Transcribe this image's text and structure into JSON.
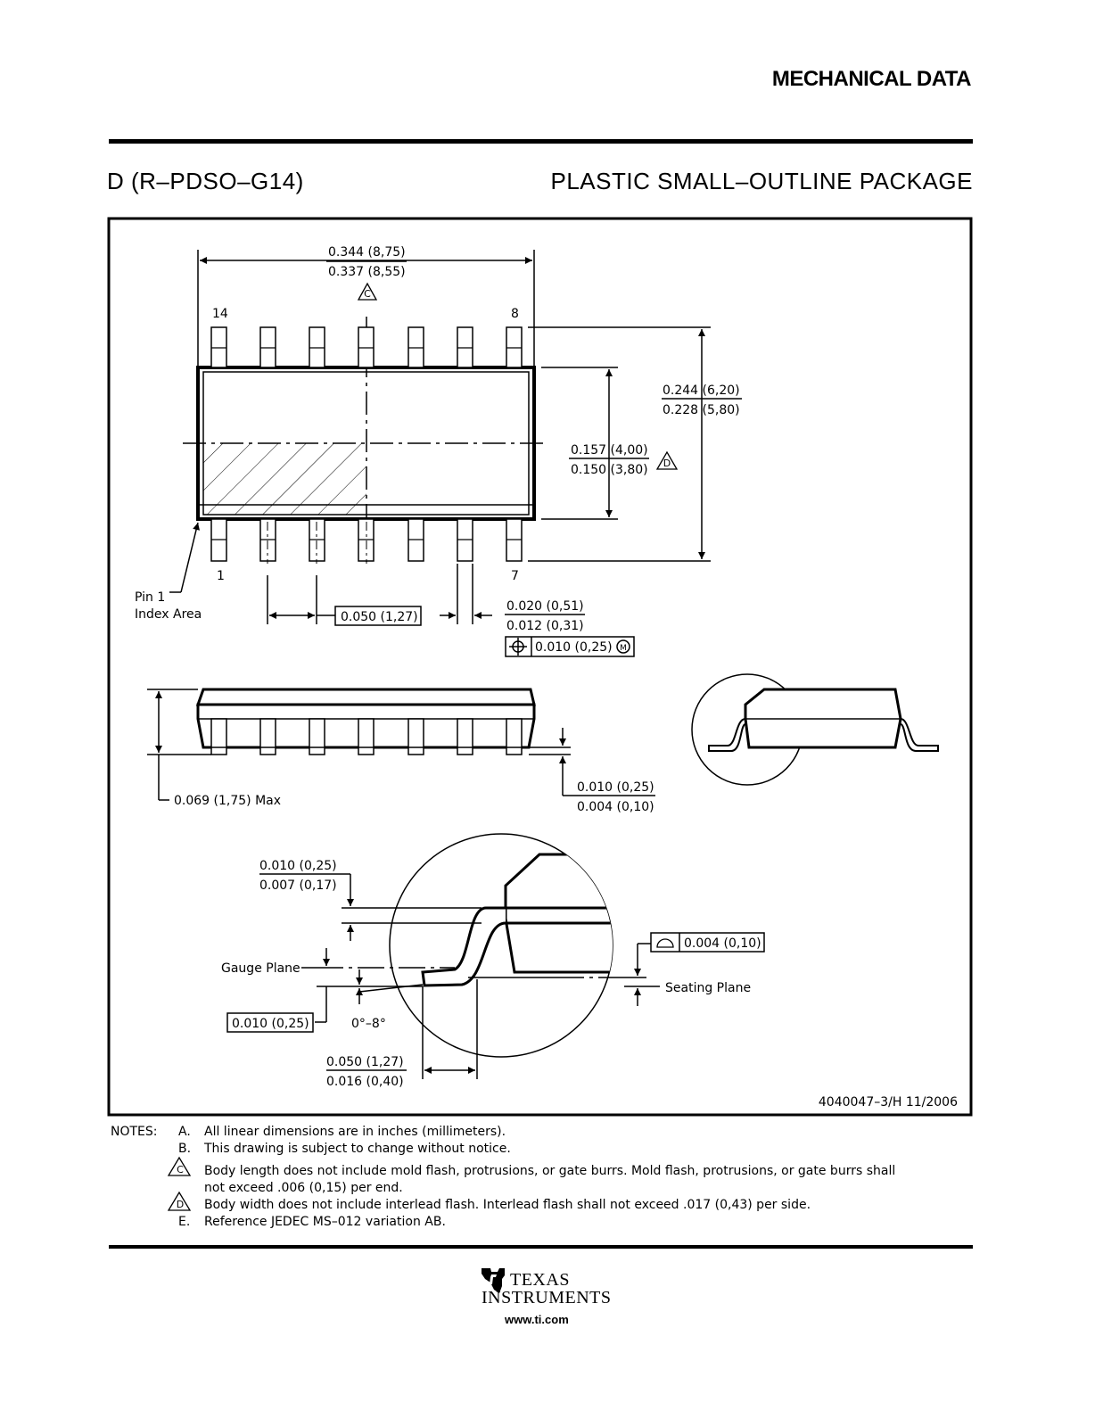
{
  "header": {
    "section": "MECHANICAL DATA",
    "package_code": "D (R–PDSO–G14)",
    "package_name": "PLASTIC SMALL–OUTLINE PACKAGE"
  },
  "top_view": {
    "length_max": "0.344 (8,75)",
    "length_min": "0.337 (8,55)",
    "note_c": "C",
    "pin_14": "14",
    "pin_8": "8",
    "pin_1": "1",
    "pin_7": "7",
    "width_total_max": "0.244 (6,20)",
    "width_total_min": "0.228 (5,80)",
    "width_body_max": "0.157 (4,00)",
    "width_body_min": "0.150 (3,80)",
    "note_d": "D",
    "pin1_label_line1": "Pin 1",
    "pin1_label_line2": "Index Area",
    "pitch": "0.050 (1,27)",
    "lead_width_max": "0.020 (0,51)",
    "lead_width_min": "0.012 (0,31)",
    "position_tol": "0.010 (0,25)",
    "mmc_symbol": "M"
  },
  "side_view": {
    "height_max": "0.069 (1,75) Max",
    "standoff_max": "0.010 (0,25)",
    "standoff_min": "0.004 (0,10)"
  },
  "detail_view": {
    "lead_thickness_max": "0.010 (0,25)",
    "lead_thickness_min": "0.007 (0,17)",
    "gauge_plane": "Gauge Plane",
    "gauge_offset": "0.010 (0,25)",
    "angle": "0°–8°",
    "coplanarity": "0.004 (0,10)",
    "seating_plane": "Seating Plane",
    "foot_length_max": "0.050 (1,27)",
    "foot_length_min": "0.016 (0,40)"
  },
  "drawing_id": "4040047–3/H  11/2006",
  "notes": {
    "label": "NOTES:",
    "items": [
      {
        "marker": "A.",
        "text": "All linear dimensions are in inches (millimeters)."
      },
      {
        "marker": "B.",
        "text": "This drawing is subject to change without notice."
      },
      {
        "marker": "C",
        "text": "Body length does not include mold flash, protrusions, or gate burrs.  Mold flash, protrusions, or gate burrs shall",
        "text2": "not exceed .006 (0,15) per end."
      },
      {
        "marker": "D",
        "text": "Body width does not include interlead flash.  Interlead flash shall not exceed .017 (0,43) per side."
      },
      {
        "marker": "E.",
        "text": "Reference JEDEC MS–012 variation AB."
      }
    ]
  },
  "footer": {
    "logo_line1": "TEXAS",
    "logo_line2": "INSTRUMENTS",
    "url": "www.ti.com"
  }
}
